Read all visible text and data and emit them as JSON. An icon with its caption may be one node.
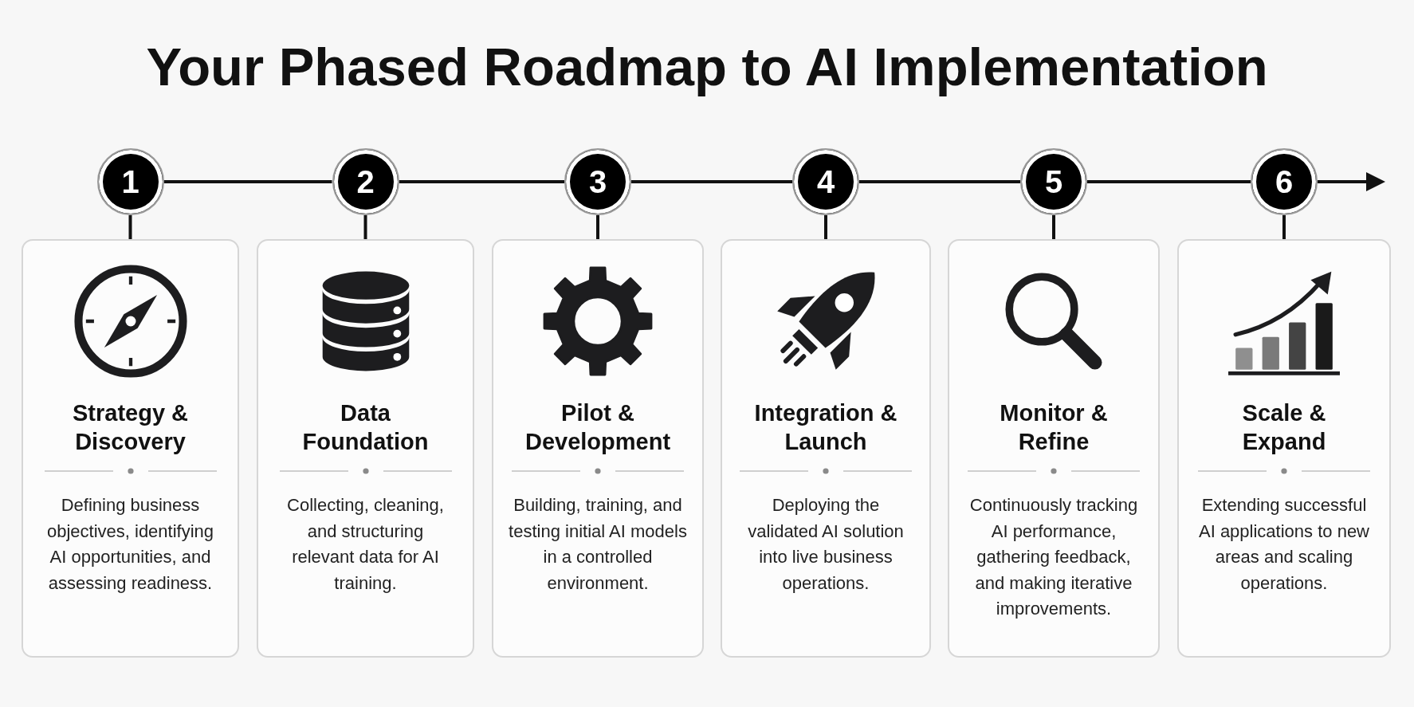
{
  "diagram": {
    "title": "Your Phased Roadmap to AI Implementation",
    "nodes": [
      {
        "text": [
          "1"
        ]
      },
      {
        "text": [
          "2"
        ]
      },
      {
        "text": [
          "3"
        ]
      },
      {
        "text": [
          "4"
        ]
      },
      {
        "text": [
          "5"
        ]
      },
      {
        "text": [
          "6"
        ]
      },
      {
        "text": [
          "Strategy & Discovery",
          "Defining business objectives, identifying AI opportunities, and assessing readiness."
        ]
      },
      {
        "text": [
          "Data Foundation",
          "Collecting, cleaning, and structuring relevant data for AI training."
        ]
      },
      {
        "text": [
          "Pilot & Development",
          "Building, training, and testing initial AI models in a controlled environment."
        ]
      },
      {
        "text": [
          "Integration & Launch",
          "Deploying the validated AI solution into live business operations."
        ]
      },
      {
        "text": [
          "Monitor & Refine",
          "Continuously tracking AI performance, gathering feedback, and making iterative improvements."
        ]
      },
      {
        "text": [
          "Scale & Expand",
          "Extending successful AI applications to new areas and scaling operations."
        ]
      }
    ],
    "edges": [
      {
        "from": 0,
        "to": 1,
        "arrow": "none"
      },
      {
        "from": 1,
        "to": 2,
        "arrow": "none"
      },
      {
        "from": 2,
        "to": 3,
        "arrow": "none"
      },
      {
        "from": 3,
        "to": 4,
        "arrow": "none"
      },
      {
        "from": 4,
        "to": 5,
        "arrow": "none"
      },
      {
        "from": 5,
        "to": null,
        "arrow": "to"
      },
      {
        "from": 0,
        "to": 6,
        "arrow": "none"
      },
      {
        "from": 1,
        "to": 7,
        "arrow": "none"
      },
      {
        "from": 2,
        "to": 8,
        "arrow": "none"
      },
      {
        "from": 3,
        "to": 9,
        "arrow": "none"
      },
      {
        "from": 4,
        "to": 10,
        "arrow": "none"
      },
      {
        "from": 5,
        "to": 11,
        "arrow": "none"
      }
    ]
  }
}
